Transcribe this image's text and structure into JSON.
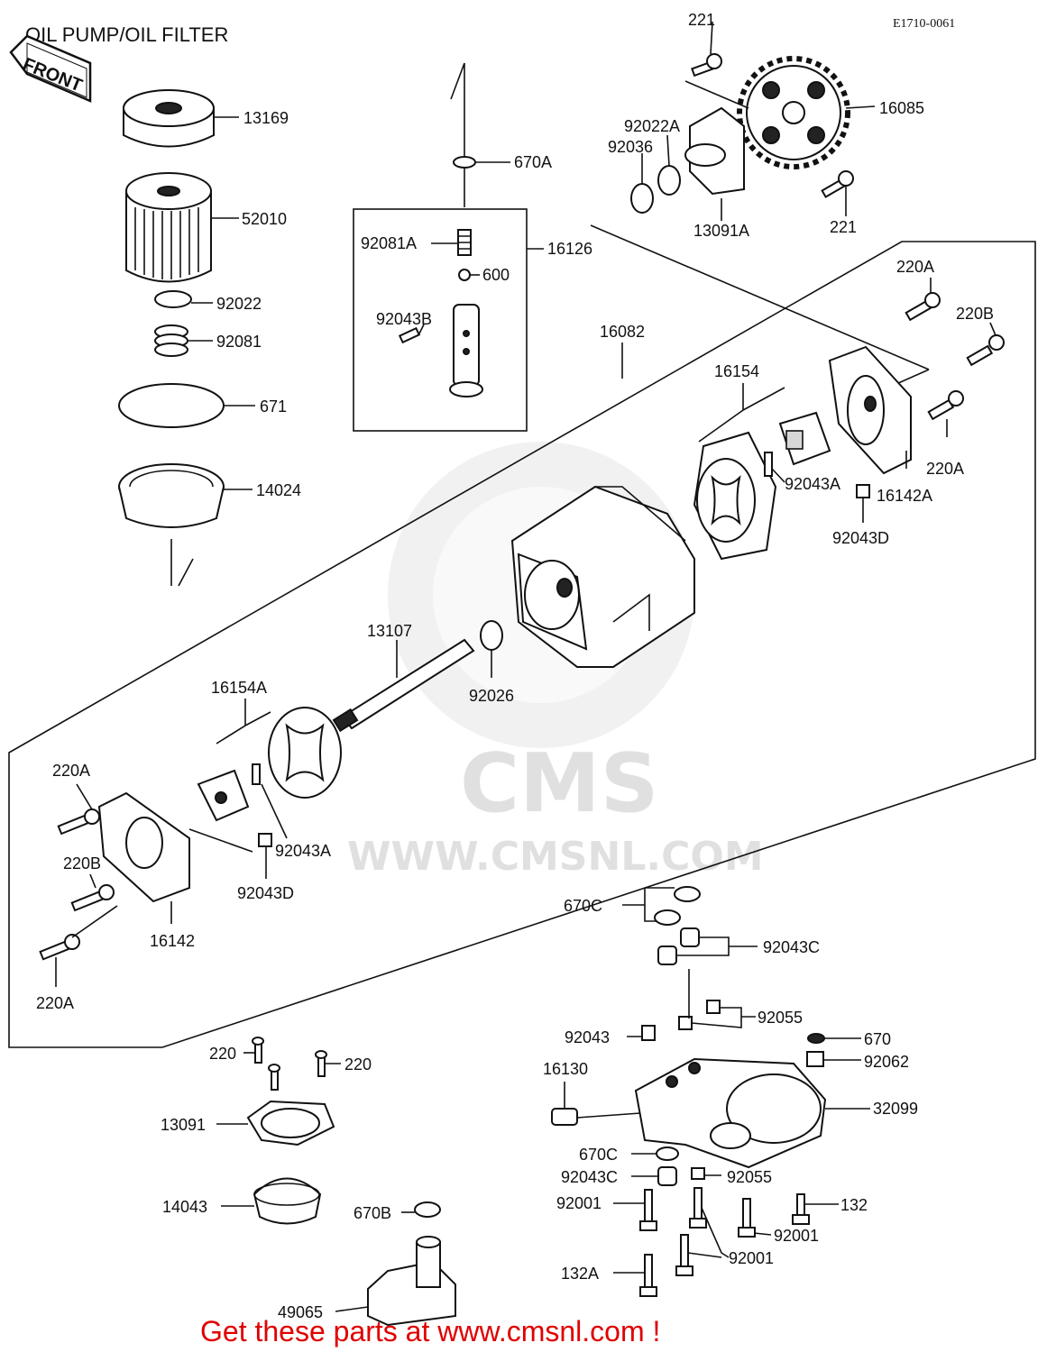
{
  "title": "OIL PUMP/OIL FILTER",
  "code": "E1710-0061",
  "front_label": "FRONT",
  "watermark": {
    "brand": "CMS",
    "url": "WWW.CMSNL.COM"
  },
  "footer": "Get these parts at www.cmsnl.com !",
  "labels": {
    "p221_top": "221",
    "p16085": "16085",
    "p92022A": "92022A",
    "p92036": "92036",
    "p13091A": "13091A",
    "p221_right": "221",
    "p670A": "670A",
    "p92081A": "92081A",
    "p16126": "16126",
    "p600": "600",
    "p92043B": "92043B",
    "p13169": "13169",
    "p52010": "52010",
    "p92022": "92022",
    "p92081": "92081",
    "p671": "671",
    "p14024": "14024",
    "p16082": "16082",
    "p16154": "16154",
    "p220A_top": "220A",
    "p220B_top": "220B",
    "p220A_right": "220A",
    "p92043A_right": "92043A",
    "p16142A": "16142A",
    "p92043D_right": "92043D",
    "p13107": "13107",
    "p92026": "92026",
    "p16154A": "16154A",
    "p220A_left": "220A",
    "p220B_left": "220B",
    "p92043A_left": "92043A",
    "p92043D_left": "92043D",
    "p16142": "16142",
    "p220A_bottom": "220A",
    "p670C_top": "670C",
    "p92043C_top": "92043C",
    "p92055_top": "92055",
    "p92043": "92043",
    "p670": "670",
    "p92062": "92062",
    "p16130": "16130",
    "p32099": "32099",
    "p670C_mid": "670C",
    "p92043C_mid": "92043C",
    "p92055_mid": "92055",
    "p92001_left": "92001",
    "p132": "132",
    "p92001_right": "92001",
    "p92001_low": "92001",
    "p132A": "132A",
    "p220_left": "220",
    "p220_right": "220",
    "p13091": "13091",
    "p14043": "14043",
    "p670B": "670B",
    "p49065": "49065"
  }
}
